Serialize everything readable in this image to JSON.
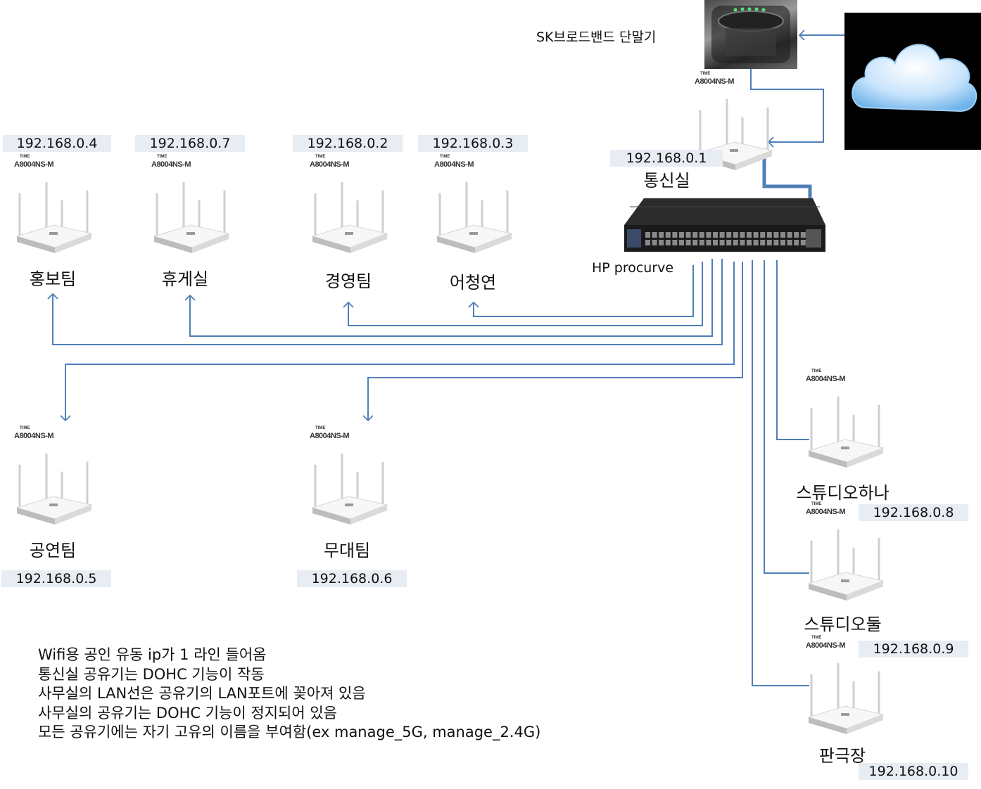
{
  "top_device_label": "SK브로드밴드 단말기",
  "switch_label": "HP procurve",
  "router_model": "A8004NS-M",
  "router_brand": "TIME",
  "main_router": {
    "ip": "192.168.0.1",
    "name": "통신실"
  },
  "routers": {
    "honbo": {
      "ip": "192.168.0.4",
      "name": "홍보팀"
    },
    "lounge": {
      "ip": "192.168.0.7",
      "name": "휴게실"
    },
    "mgmt": {
      "ip": "192.168.0.2",
      "name": "경영팀"
    },
    "eochung": {
      "ip": "192.168.0.3",
      "name": "어청연"
    },
    "perf": {
      "ip": "192.168.0.5",
      "name": "공연팀"
    },
    "stage": {
      "ip": "192.168.0.6",
      "name": "무대팀"
    },
    "studio1": {
      "ip": "192.168.0.8",
      "name": "스튜디오하나"
    },
    "studio2": {
      "ip": "192.168.0.9",
      "name": "스튜디오둘"
    },
    "pangeuk": {
      "ip": "192.168.0.10",
      "name": "판극장"
    }
  },
  "notes": [
    "Wifi용 공인 유동 ip가 1 라인 들어옴",
    "통신실 공유기는 DOHC 기능이 작동",
    "사무실의 LAN선은 공유기의 LAN포트에 꽂아져 있음",
    "사무실의 공유기는 DOHC 기능이 정지되어 있음",
    "모든 공유기에는 자기 고유의 이름을 부여함(ex manage_5G, manage_2.4G)"
  ],
  "colors": {
    "wire": "#4f7fb8",
    "ip_bg": "#e8ecf3"
  }
}
